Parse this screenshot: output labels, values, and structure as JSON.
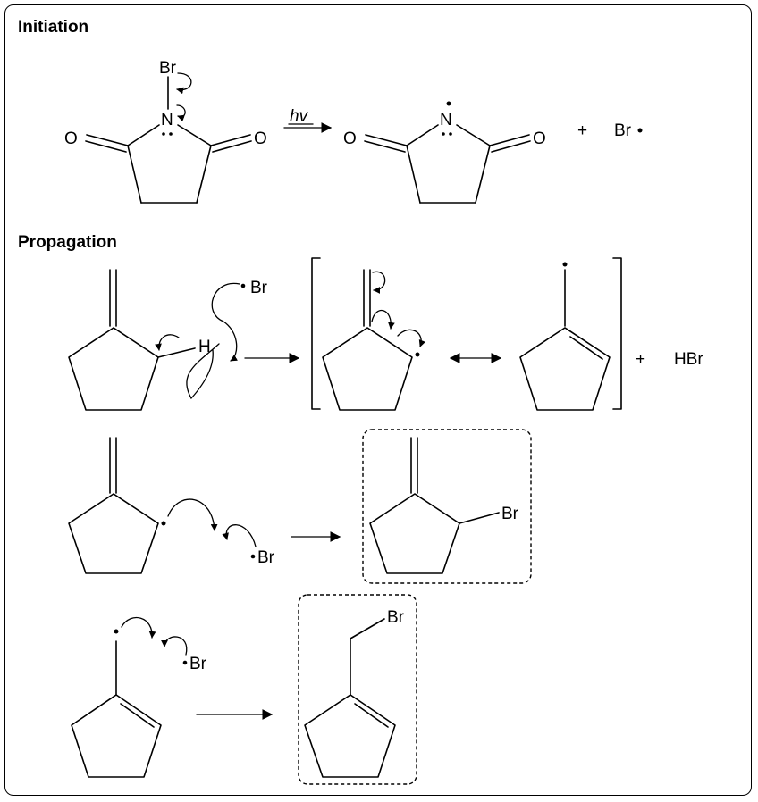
{
  "sections": {
    "initiation": "Initiation",
    "propagation": "Propagation"
  },
  "atoms": {
    "br": "Br",
    "n": "N",
    "o": "O",
    "h": "H"
  },
  "conditions": {
    "light": "hv"
  },
  "symbols": {
    "plus": "+",
    "hbr": "HBr"
  }
}
